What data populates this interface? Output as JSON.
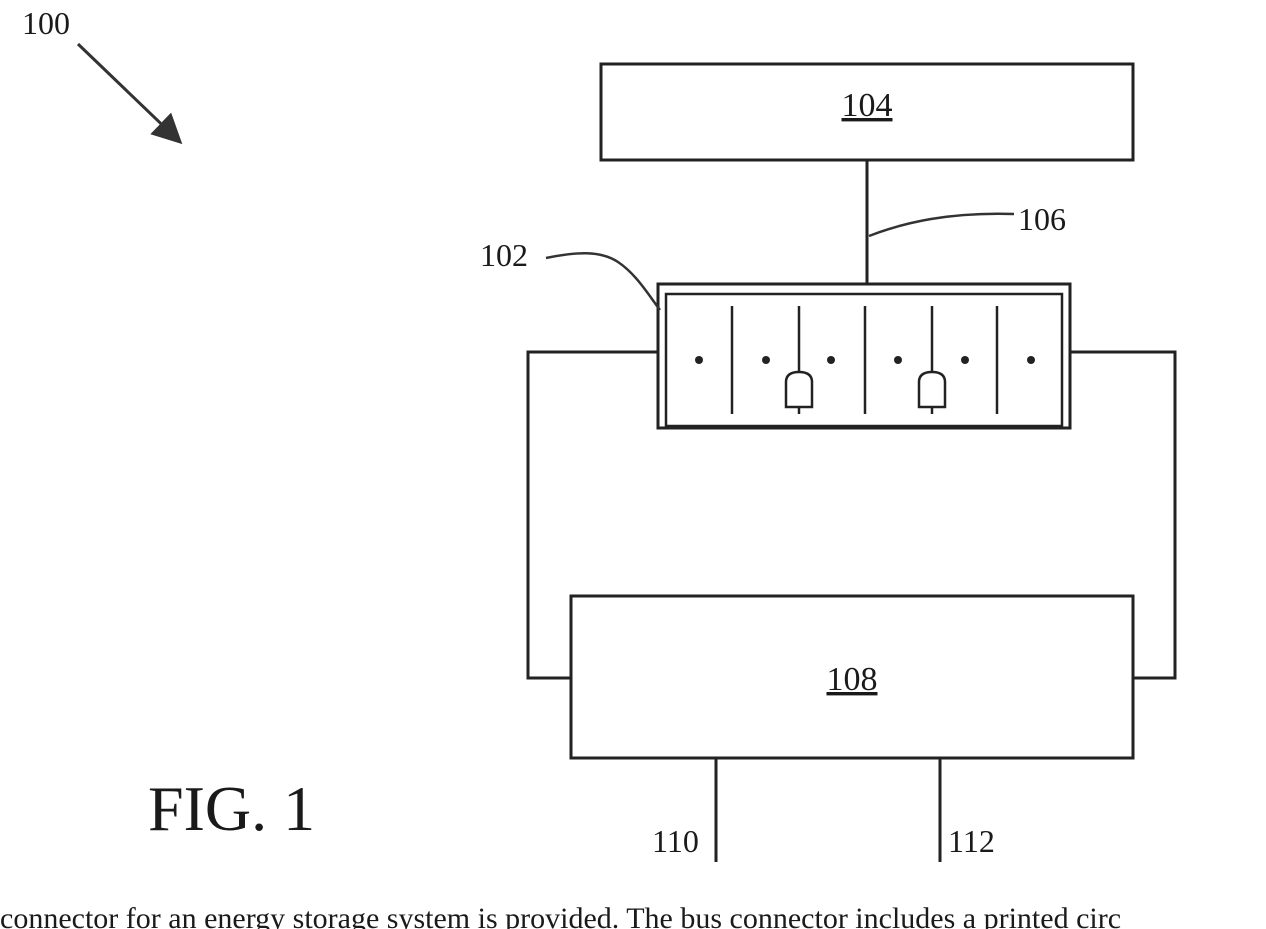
{
  "figure": {
    "reference_numeral": "100",
    "title": "FIG. 1"
  },
  "components": {
    "box_top": "104",
    "box_bottom": "108",
    "bus_connector": "102",
    "lead_106": "106",
    "terminal_left": "110",
    "terminal_right": "112"
  },
  "caption": "connector for an energy storage system is provided. The bus connector includes a printed circ"
}
